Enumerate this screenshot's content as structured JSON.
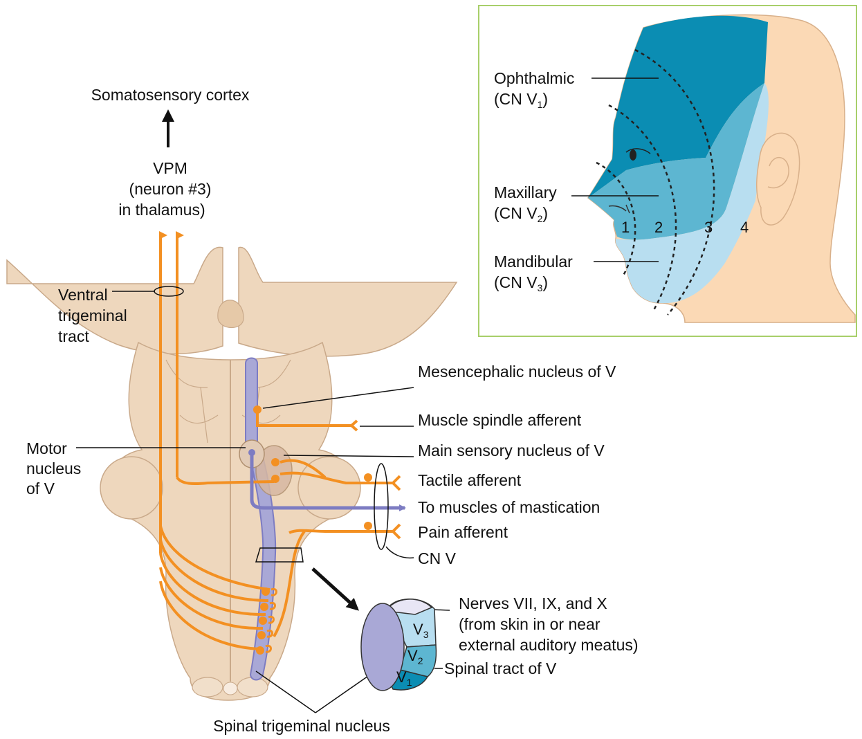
{
  "colors": {
    "orange": "#f39022",
    "purple": "#7d7cc2",
    "purple_light": "#a9a8d6",
    "brainstem": "#eed7bd",
    "brainstem_line": "#c9a98a",
    "skin": "#fbd9b5",
    "v1": "#0b8db3",
    "v2": "#5db6d1",
    "v3": "#b8def0",
    "frame": "#a8cf6a"
  },
  "labels": {
    "somatosensory": "Somatosensory cortex",
    "vpm1": "VPM",
    "vpm2": "(neuron #3)",
    "vpm3": "in thalamus)",
    "ventral1": "Ventral",
    "ventral2": "trigeminal",
    "ventral3": "tract",
    "motor1": "Motor",
    "motor2": "nucleus",
    "motor3": "of V",
    "mesencephalic": "Mesencephalic nucleus of V",
    "muscle_spindle": "Muscle spindle afferent",
    "main_sensory": "Main sensory nucleus of V",
    "tactile": "Tactile afferent",
    "mastication": "To muscles of mastication",
    "pain": "Pain afferent",
    "cnv": "CN V",
    "nerves1": "Nerves VII, IX, and X",
    "nerves2": "(from skin in or near",
    "nerves3": "external auditory meatus)",
    "spinal_tract": "Spinal tract of V",
    "spinal_nucleus": "Spinal trigeminal nucleus"
  },
  "inset": {
    "ophthalmic": "Ophthalmic",
    "oph_cn": "(CN V",
    "oph_sub": "1",
    "maxillary": "Maxillary",
    "max_cn": "(CN V",
    "max_sub": "2",
    "mandibular": "Mandibular",
    "man_cn": "(CN V",
    "man_sub": "3",
    "zones": [
      "1",
      "2",
      "3",
      "4"
    ]
  },
  "cross_section": {
    "v1": "V",
    "v1_sub": "1",
    "v2": "V",
    "v2_sub": "2",
    "v3": "V",
    "v3_sub": "3"
  }
}
